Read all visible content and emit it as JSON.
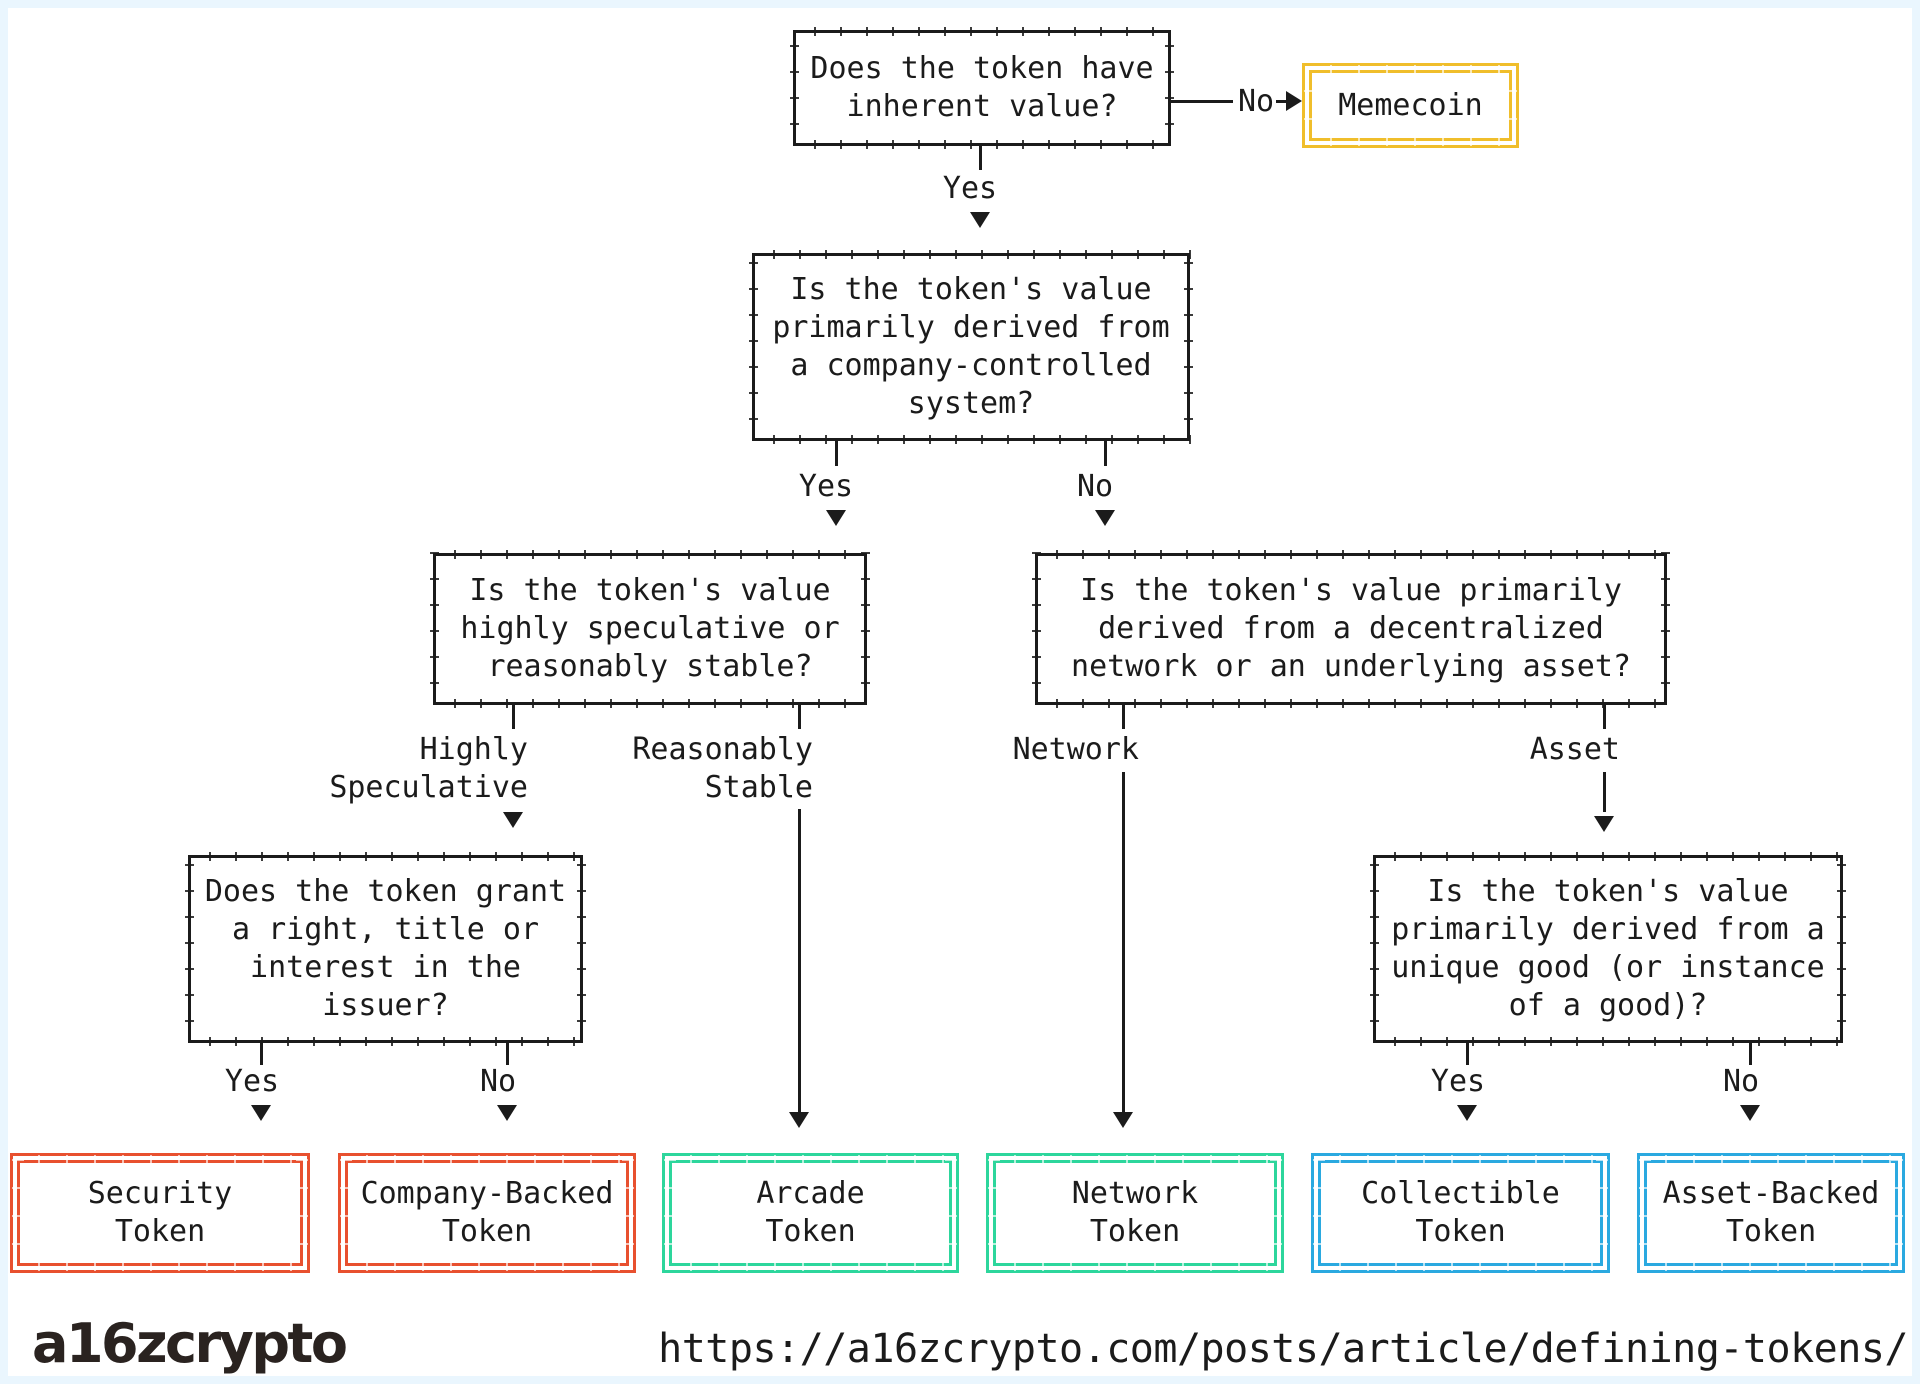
{
  "colors": {
    "ink": "#1b1b1b",
    "red": "#e8502f",
    "green": "#2dd69c",
    "blue": "#2aa9e0",
    "gold": "#f0be2b",
    "frame": "#eaf6fe"
  },
  "nodes": {
    "q1": "Does the token have\ninherent value?",
    "q2": "Is the token's value\nprimarily derived from\na company-controlled\nsystem?",
    "q3_left": "Is the token's value\nhighly speculative or\nreasonably stable?",
    "q3_right": "Is the token's value primarily\nderived from a decentralized\nnetwork or an underlying asset?",
    "q4_left": "Does the token grant\na right, title or\ninterest in the\nissuer?",
    "q4_right": "Is the token's value\nprimarily derived from a\nunique good (or instance\nof a good)?"
  },
  "labels": {
    "q1_yes": "Yes",
    "q1_no": "No",
    "q2_yes": "Yes",
    "q2_no": "No",
    "q3l_left": "Highly\nSpeculative",
    "q3l_right": "Reasonably\nStable",
    "q3r_left": "Network",
    "q3r_right": "Asset",
    "q4l_yes": "Yes",
    "q4l_no": "No",
    "q4r_yes": "Yes",
    "q4r_no": "No"
  },
  "results": {
    "memecoin": "Memecoin",
    "security": "Security\nToken",
    "company_backed": "Company-Backed\nToken",
    "arcade": "Arcade\nToken",
    "network": "Network\nToken",
    "collectible": "Collectible\nToken",
    "asset_backed": "Asset-Backed\nToken"
  },
  "footer": {
    "logo": "a16zcrypto",
    "url": "https://a16zcrypto.com/posts/article/defining-tokens/"
  }
}
